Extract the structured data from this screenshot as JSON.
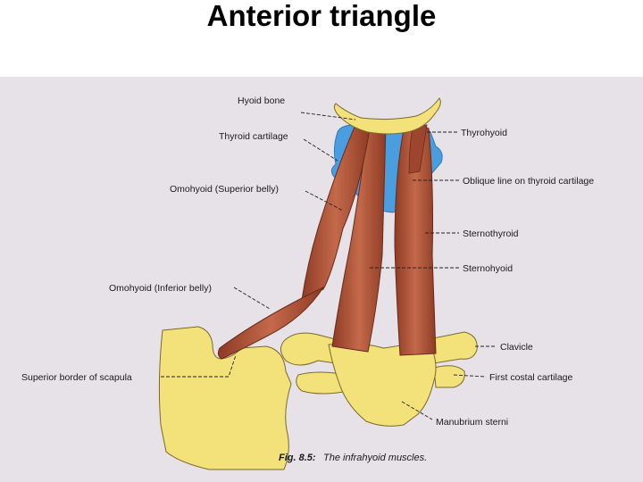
{
  "slide": {
    "title": "Anterior triangle"
  },
  "figure": {
    "caption_number": "Fig. 8.5:",
    "caption_text": "The infrahyoid muscles.",
    "labels": {
      "hyoid_bone": "Hyoid bone",
      "thyroid_cartilage": "Thyroid cartilage",
      "omohyoid_superior": "Omohyoid (Superior belly)",
      "omohyoid_inferior": "Omohyoid (Inferior belly)",
      "superior_border_scapula": "Superior border of scapula",
      "thyrohyoid": "Thyrohyoid",
      "oblique_line": "Oblique line on thyroid cartilage",
      "sternothyroid": "Sternothyroid",
      "sternohyoid": "Sternohyoid",
      "clavicle": "Clavicle",
      "first_costal_cartilage": "First costal cartilage",
      "manubrium_sterni": "Manubrium sterni"
    }
  },
  "colors": {
    "muscle": "#b5573a",
    "bone": "#f3e27a",
    "cartilage": "#4a9ee0",
    "background": "#e7e1e8"
  }
}
